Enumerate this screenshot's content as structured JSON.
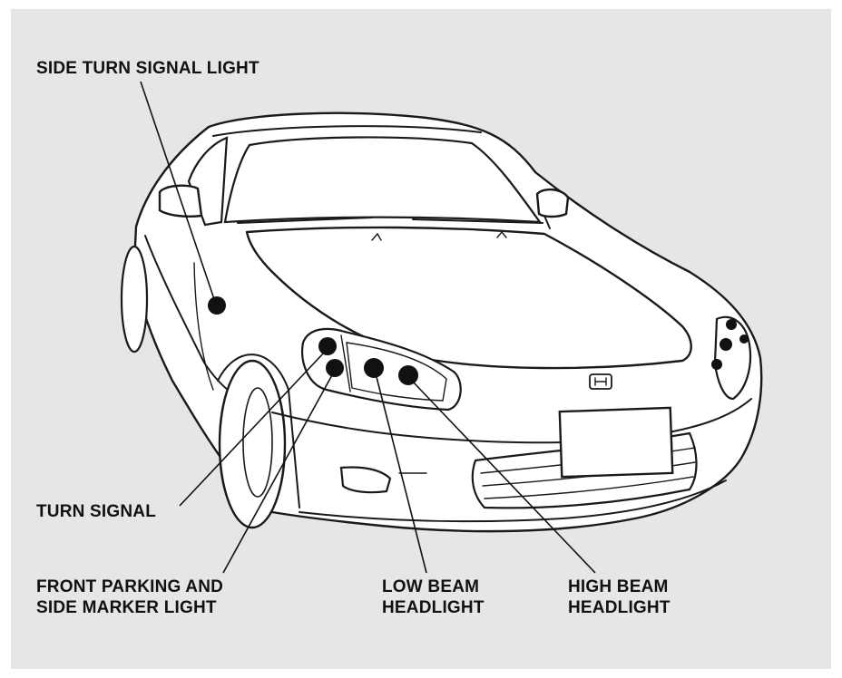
{
  "labels": {
    "side_turn_signal": "SIDE TURN SIGNAL LIGHT",
    "turn_signal": "TURN SIGNAL",
    "front_parking_line1": "FRONT PARKING AND",
    "front_parking_line2": "SIDE MARKER LIGHT",
    "low_beam_line1": "LOW BEAM",
    "low_beam_line2": "HEADLIGHT",
    "high_beam_line1": "HIGH BEAM",
    "high_beam_line2": "HEADLIGHT"
  },
  "colors": {
    "background_panel": "#e6e6e6",
    "ink": "#111111"
  }
}
